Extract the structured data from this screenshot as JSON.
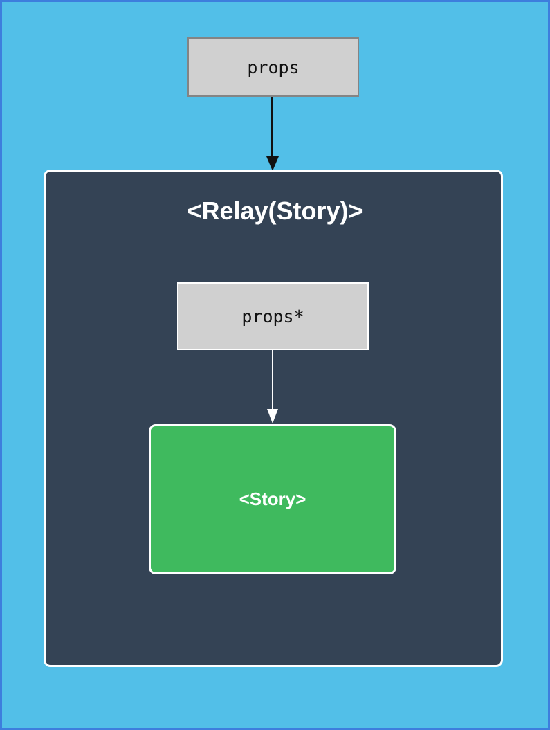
{
  "diagram": {
    "outer_props_box": {
      "label": "props"
    },
    "relay_container": {
      "title": "<Relay(Story)>"
    },
    "inner_props_box": {
      "label": "props*"
    },
    "story_box": {
      "label": "<Story>"
    }
  },
  "colors": {
    "page_background": "#52bfe8",
    "page_border": "#3d7edd",
    "relay_container_fill": "#344355",
    "relay_container_border": "#ffffff",
    "props_box_fill": "#d0d0d0",
    "props_box_border": "#848484",
    "props_star_box_border": "#ffffff",
    "story_box_fill": "#3fba5e",
    "story_box_border": "#ffffff",
    "black_arrow": "#111111",
    "white_arrow": "#ffffff",
    "title_text": "#ffffff",
    "box_text": "#111111"
  }
}
